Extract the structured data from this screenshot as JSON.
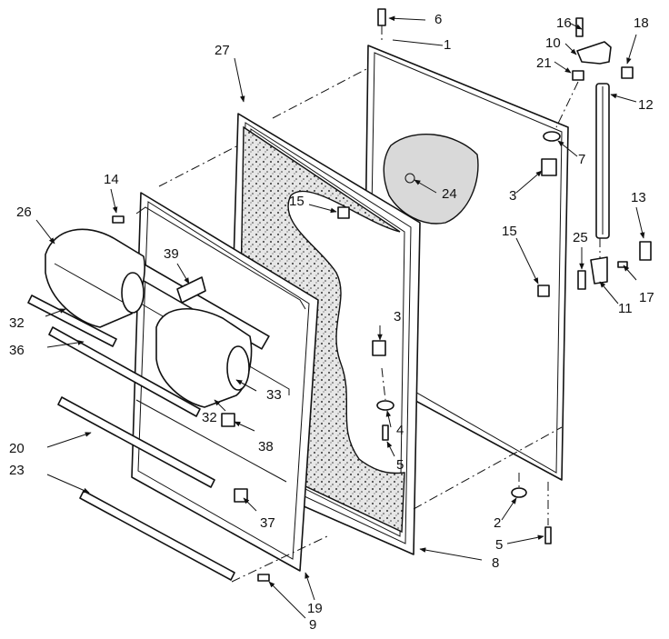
{
  "diagram": {
    "callouts": [
      {
        "id": "c6",
        "text": "6"
      },
      {
        "id": "c1",
        "text": "1"
      },
      {
        "id": "c16",
        "text": "16"
      },
      {
        "id": "c18",
        "text": "18"
      },
      {
        "id": "c10",
        "text": "10"
      },
      {
        "id": "c21",
        "text": "21"
      },
      {
        "id": "c12",
        "text": "12"
      },
      {
        "id": "c27",
        "text": "27"
      },
      {
        "id": "c7",
        "text": "7"
      },
      {
        "id": "c24",
        "text": "24"
      },
      {
        "id": "c3a",
        "text": "3"
      },
      {
        "id": "c14",
        "text": "14"
      },
      {
        "id": "c15a",
        "text": "15"
      },
      {
        "id": "c15b",
        "text": "15"
      },
      {
        "id": "c13",
        "text": "13"
      },
      {
        "id": "c26",
        "text": "26"
      },
      {
        "id": "c25",
        "text": "25"
      },
      {
        "id": "c39",
        "text": "39"
      },
      {
        "id": "c17",
        "text": "17"
      },
      {
        "id": "c11",
        "text": "11"
      },
      {
        "id": "c32a",
        "text": "32"
      },
      {
        "id": "c36",
        "text": "36"
      },
      {
        "id": "c3b",
        "text": "3"
      },
      {
        "id": "c33",
        "text": "33"
      },
      {
        "id": "c4",
        "text": "4"
      },
      {
        "id": "c32b",
        "text": "32"
      },
      {
        "id": "c38",
        "text": "38"
      },
      {
        "id": "c20",
        "text": "20"
      },
      {
        "id": "c5a",
        "text": "5"
      },
      {
        "id": "c23",
        "text": "23"
      },
      {
        "id": "c37",
        "text": "37"
      },
      {
        "id": "c2",
        "text": "2"
      },
      {
        "id": "c5b",
        "text": "5"
      },
      {
        "id": "c8",
        "text": "8"
      },
      {
        "id": "c19",
        "text": "19"
      },
      {
        "id": "c9",
        "text": "9"
      }
    ]
  }
}
